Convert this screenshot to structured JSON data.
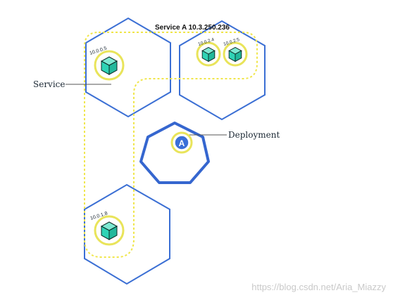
{
  "service_label": "Service A 10.3.250.236",
  "callout_service": "Service",
  "callout_deployment": "Deployment",
  "deployment_symbol": "A",
  "pods": [
    {
      "ip": "10.0.0.5"
    },
    {
      "ip": "10.0.2.4"
    },
    {
      "ip": "10.0.2.5"
    },
    {
      "ip": "10.0.1.8"
    }
  ],
  "watermark": "https://blog.csdn.net/Aria_Miazzy",
  "colors": {
    "node_stroke": "#3b6fd4",
    "deployment_stroke": "#3566cf",
    "service_dash": "#f0e64a",
    "pod_ring": "#e9e45a",
    "pod_cube": "#2fd3b5",
    "text": "#1a2733"
  }
}
